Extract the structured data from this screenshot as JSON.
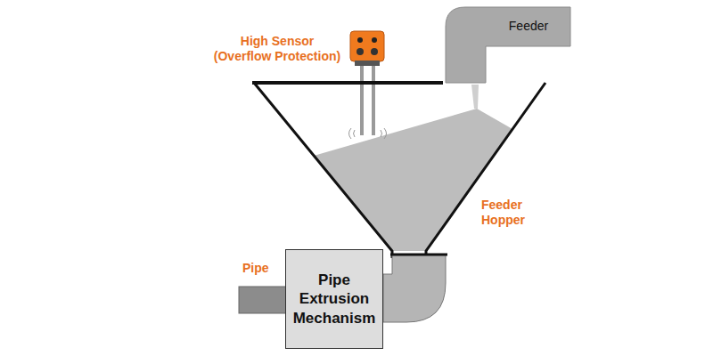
{
  "diagram": {
    "nodes": [
      {
        "text": [
          "Feeder"
        ]
      },
      {
        "text": [
          "Pipe Extrusion Mechanism"
        ]
      }
    ],
    "labels": [
      "High Sensor (Overflow Protection)",
      "Feeder Hopper",
      "Pipe"
    ]
  }
}
